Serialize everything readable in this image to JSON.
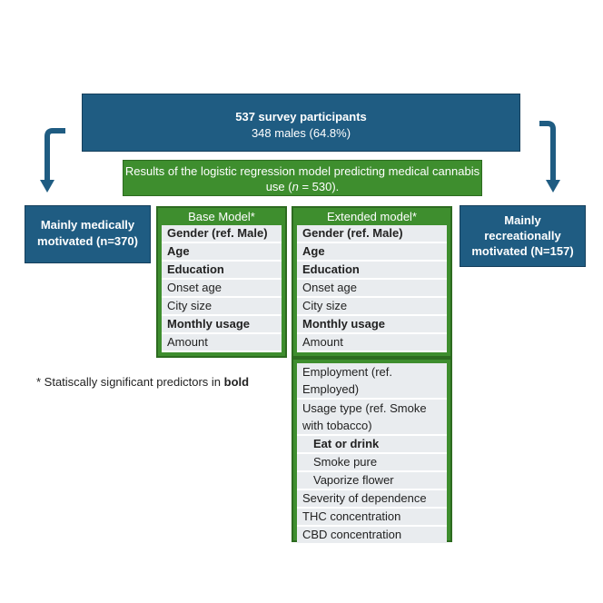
{
  "top_box": {
    "title": "537 survey participants",
    "subtitle": "348 males (64.8%)"
  },
  "results_box": {
    "text_before": "Results of the logistic regression model predicting medical cannabis use (",
    "n_label": "n",
    "text_after": " = 530)."
  },
  "left_box": {
    "line1": "Mainly medically",
    "line2": "motivated (n=370)"
  },
  "right_box": {
    "line1": "Mainly",
    "line2": "recreationally",
    "line3": "motivated (N=157)"
  },
  "base_model": {
    "header": "Base Model*",
    "rows": [
      {
        "label": "Gender (ref. Male)",
        "bold": true
      },
      {
        "label": "Age",
        "bold": true
      },
      {
        "label": "Education",
        "bold": true
      },
      {
        "label": "Onset age",
        "bold": false
      },
      {
        "label": "City size",
        "bold": false
      },
      {
        "label": "Monthly usage",
        "bold": true
      },
      {
        "label": "Amount",
        "bold": false
      }
    ]
  },
  "extended_model": {
    "header": "Extended model*",
    "rows": [
      {
        "label": "Gender (ref. Male)",
        "bold": true
      },
      {
        "label": "Age",
        "bold": true
      },
      {
        "label": "Education",
        "bold": true
      },
      {
        "label": "Onset age",
        "bold": false
      },
      {
        "label": "City size",
        "bold": false
      },
      {
        "label": "Monthly usage",
        "bold": true
      },
      {
        "label": "Amount",
        "bold": false
      }
    ],
    "extra_rows": [
      {
        "label": "Employment (ref. Employed)",
        "bold": false
      },
      {
        "label": "Usage type (ref. Smoke with tobacco)",
        "bold": false
      },
      {
        "label": "Eat or drink",
        "bold": true,
        "indent": true
      },
      {
        "label": "Smoke pure",
        "bold": false,
        "indent": true
      },
      {
        "label": "Vaporize flower",
        "bold": false,
        "indent": true
      },
      {
        "label": "Severity of dependence",
        "bold": false
      },
      {
        "label": "THC concentration",
        "bold": false
      },
      {
        "label": "CBD concentration",
        "bold": false
      }
    ]
  },
  "footnote": {
    "text": "* Statiscally significant predictors in ",
    "bold_word": "bold"
  },
  "colors": {
    "blue": "#1f5c82",
    "green": "#3e8e2e",
    "row_bg": "#e9ecef"
  }
}
